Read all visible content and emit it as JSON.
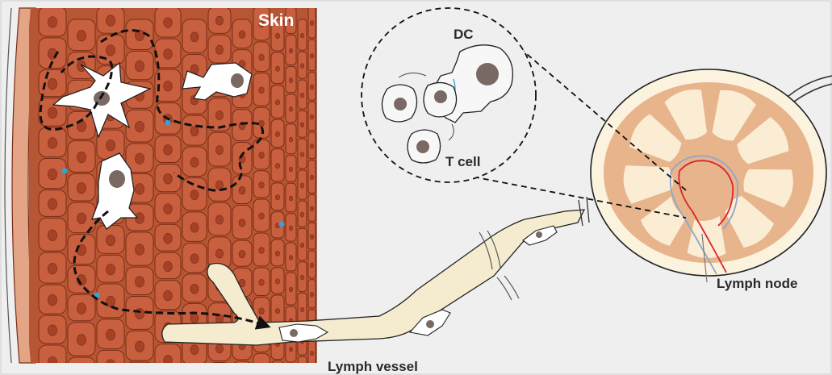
{
  "labels": {
    "skin": "Skin",
    "dc": "DC",
    "t_cell": "T cell",
    "lymph_vessel": "Lymph vessel",
    "lymph_node": "Lymph node"
  },
  "colors": {
    "background": "#efefef",
    "skin_cell": "#c8603f",
    "skin_cell_outline": "#7a2c16",
    "skin_nucleus": "#a54127",
    "skin_edge": "#e3a586",
    "dendritic_cell": "#ffffff",
    "cell_nucleus": "#7a6862",
    "antigen": "#3aa0d6",
    "vessel": "#f5ecd0",
    "node_capsule": "#fbf3de",
    "node_tissue": "#e7b48c",
    "node_sinus": "#faedd4",
    "artery": "#d8262c",
    "vein": "#8ea6cc",
    "path": "#111111"
  }
}
